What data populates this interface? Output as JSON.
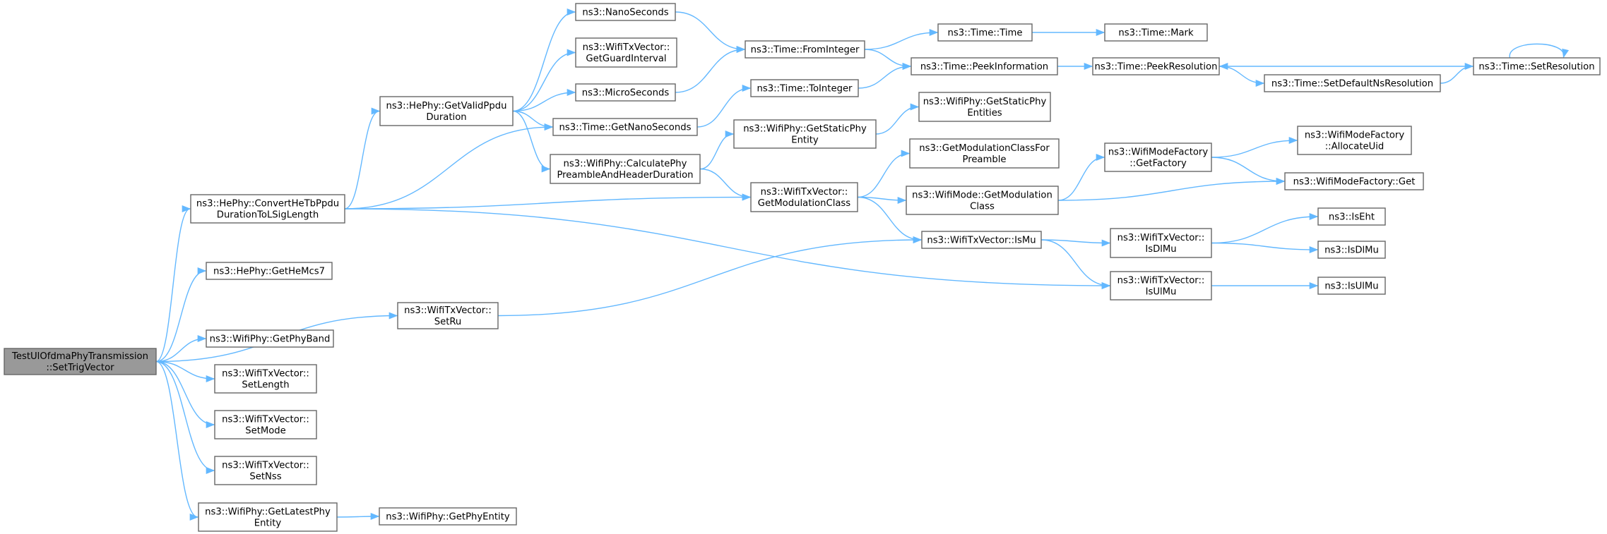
{
  "nodes": [
    {
      "id": "root",
      "lines": [
        "TestUlOfdmaPhyTransmission",
        "::SetTrigVector"
      ],
      "root": true
    },
    {
      "id": "convertHeTb",
      "lines": [
        "ns3::HePhy::ConvertHeTbPpdu",
        "DurationToLSigLength"
      ]
    },
    {
      "id": "getHeMcs7",
      "lines": [
        "ns3::HePhy::GetHeMcs7"
      ]
    },
    {
      "id": "setRu",
      "lines": [
        "ns3::WifiTxVector::",
        "SetRu"
      ]
    },
    {
      "id": "getPhyBand",
      "lines": [
        "ns3::WifiPhy::GetPhyBand"
      ]
    },
    {
      "id": "setLength",
      "lines": [
        "ns3::WifiTxVector::",
        "SetLength"
      ]
    },
    {
      "id": "setMode",
      "lines": [
        "ns3::WifiTxVector::",
        "SetMode"
      ]
    },
    {
      "id": "setNss",
      "lines": [
        "ns3::WifiTxVector::",
        "SetNss"
      ]
    },
    {
      "id": "getLatestPhyEntity",
      "lines": [
        "ns3::WifiPhy::GetLatestPhy",
        "Entity"
      ]
    },
    {
      "id": "getPhyEntity",
      "lines": [
        "ns3::WifiPhy::GetPhyEntity"
      ]
    },
    {
      "id": "getValidPpdu",
      "lines": [
        "ns3::HePhy::GetValidPpdu",
        "Duration"
      ]
    },
    {
      "id": "nanoSeconds",
      "lines": [
        "ns3::NanoSeconds"
      ]
    },
    {
      "id": "getGuardInterval",
      "lines": [
        "ns3::WifiTxVector::",
        "GetGuardInterval"
      ]
    },
    {
      "id": "microSeconds",
      "lines": [
        "ns3::MicroSeconds"
      ]
    },
    {
      "id": "getNanoSeconds",
      "lines": [
        "ns3::Time::GetNanoSeconds"
      ]
    },
    {
      "id": "calcPreamble",
      "lines": [
        "ns3::WifiPhy::CalculatePhy",
        "PreambleAndHeaderDuration"
      ]
    },
    {
      "id": "fromInteger",
      "lines": [
        "ns3::Time::FromInteger"
      ]
    },
    {
      "id": "toInteger",
      "lines": [
        "ns3::Time::ToInteger"
      ]
    },
    {
      "id": "getStaticPhyEntity",
      "lines": [
        "ns3::WifiPhy::GetStaticPhy",
        "Entity"
      ]
    },
    {
      "id": "getModClass",
      "lines": [
        "ns3::WifiTxVector::",
        "GetModulationClass"
      ]
    },
    {
      "id": "timeTime",
      "lines": [
        "ns3::Time::Time"
      ]
    },
    {
      "id": "peekInformation",
      "lines": [
        "ns3::Time::PeekInformation"
      ]
    },
    {
      "id": "getStaticPhyEntities",
      "lines": [
        "ns3::WifiPhy::GetStaticPhy",
        "Entities"
      ]
    },
    {
      "id": "getModClassForPreamble",
      "lines": [
        "ns3::GetModulationClassFor",
        "Preamble"
      ]
    },
    {
      "id": "modeGetModClass",
      "lines": [
        "ns3::WifiMode::GetModulation",
        "Class"
      ]
    },
    {
      "id": "isMu",
      "lines": [
        "ns3::WifiTxVector::IsMu"
      ]
    },
    {
      "id": "timeMark",
      "lines": [
        "ns3::Time::Mark"
      ]
    },
    {
      "id": "peekResolution",
      "lines": [
        "ns3::Time::PeekResolution"
      ]
    },
    {
      "id": "setDefaultNsRes",
      "lines": [
        "ns3::Time::SetDefaultNsResolution"
      ]
    },
    {
      "id": "getFactory",
      "lines": [
        "ns3::WifiModeFactory",
        "::GetFactory"
      ]
    },
    {
      "id": "isDlMu",
      "lines": [
        "ns3::WifiTxVector::",
        "IsDlMu"
      ]
    },
    {
      "id": "isUlMu",
      "lines": [
        "ns3::WifiTxVector::",
        "IsUlMu"
      ]
    },
    {
      "id": "setResolution",
      "lines": [
        "ns3::Time::SetResolution"
      ]
    },
    {
      "id": "allocateUid",
      "lines": [
        "ns3::WifiModeFactory",
        "::AllocateUid"
      ]
    },
    {
      "id": "factoryGet",
      "lines": [
        "ns3::WifiModeFactory::Get"
      ]
    },
    {
      "id": "isEht",
      "lines": [
        "ns3::IsEht"
      ]
    },
    {
      "id": "nsIsDlMu",
      "lines": [
        "ns3::IsDlMu"
      ]
    },
    {
      "id": "nsIsUlMu",
      "lines": [
        "ns3::IsUlMu"
      ]
    }
  ],
  "edges": [
    [
      "root",
      "convertHeTb"
    ],
    [
      "root",
      "getHeMcs7"
    ],
    [
      "root",
      "setRu"
    ],
    [
      "root",
      "getPhyBand"
    ],
    [
      "root",
      "setLength"
    ],
    [
      "root",
      "setMode"
    ],
    [
      "root",
      "setNss"
    ],
    [
      "root",
      "getLatestPhyEntity"
    ],
    [
      "convertHeTb",
      "getValidPpdu"
    ],
    [
      "convertHeTb",
      "getNanoSeconds"
    ],
    [
      "convertHeTb",
      "getModClass"
    ],
    [
      "convertHeTb",
      "isUlMu"
    ],
    [
      "getValidPpdu",
      "nanoSeconds"
    ],
    [
      "getValidPpdu",
      "getGuardInterval"
    ],
    [
      "getValidPpdu",
      "microSeconds"
    ],
    [
      "getValidPpdu",
      "getNanoSeconds"
    ],
    [
      "getValidPpdu",
      "calcPreamble"
    ],
    [
      "nanoSeconds",
      "fromInteger"
    ],
    [
      "microSeconds",
      "fromInteger"
    ],
    [
      "getNanoSeconds",
      "toInteger"
    ],
    [
      "calcPreamble",
      "getStaticPhyEntity"
    ],
    [
      "calcPreamble",
      "getModClass"
    ],
    [
      "fromInteger",
      "timeTime"
    ],
    [
      "fromInteger",
      "peekInformation"
    ],
    [
      "toInteger",
      "peekInformation"
    ],
    [
      "getStaticPhyEntity",
      "getStaticPhyEntities"
    ],
    [
      "getModClass",
      "getModClassForPreamble"
    ],
    [
      "getModClass",
      "modeGetModClass"
    ],
    [
      "getModClass",
      "isMu"
    ],
    [
      "timeTime",
      "timeMark"
    ],
    [
      "peekInformation",
      "peekResolution"
    ],
    [
      "peekResolution",
      "setDefaultNsRes"
    ],
    [
      "setDefaultNsRes",
      "setResolution"
    ],
    [
      "setResolution",
      "peekResolution"
    ],
    [
      "setResolution",
      "setResolution"
    ],
    [
      "modeGetModClass",
      "getFactory"
    ],
    [
      "modeGetModClass",
      "factoryGet"
    ],
    [
      "getFactory",
      "allocateUid"
    ],
    [
      "getFactory",
      "factoryGet"
    ],
    [
      "isMu",
      "isDlMu"
    ],
    [
      "isMu",
      "isUlMu"
    ],
    [
      "isDlMu",
      "isEht"
    ],
    [
      "isDlMu",
      "nsIsDlMu"
    ],
    [
      "isUlMu",
      "nsIsUlMu"
    ],
    [
      "setRu",
      "isMu"
    ],
    [
      "getLatestPhyEntity",
      "getPhyEntity"
    ]
  ]
}
